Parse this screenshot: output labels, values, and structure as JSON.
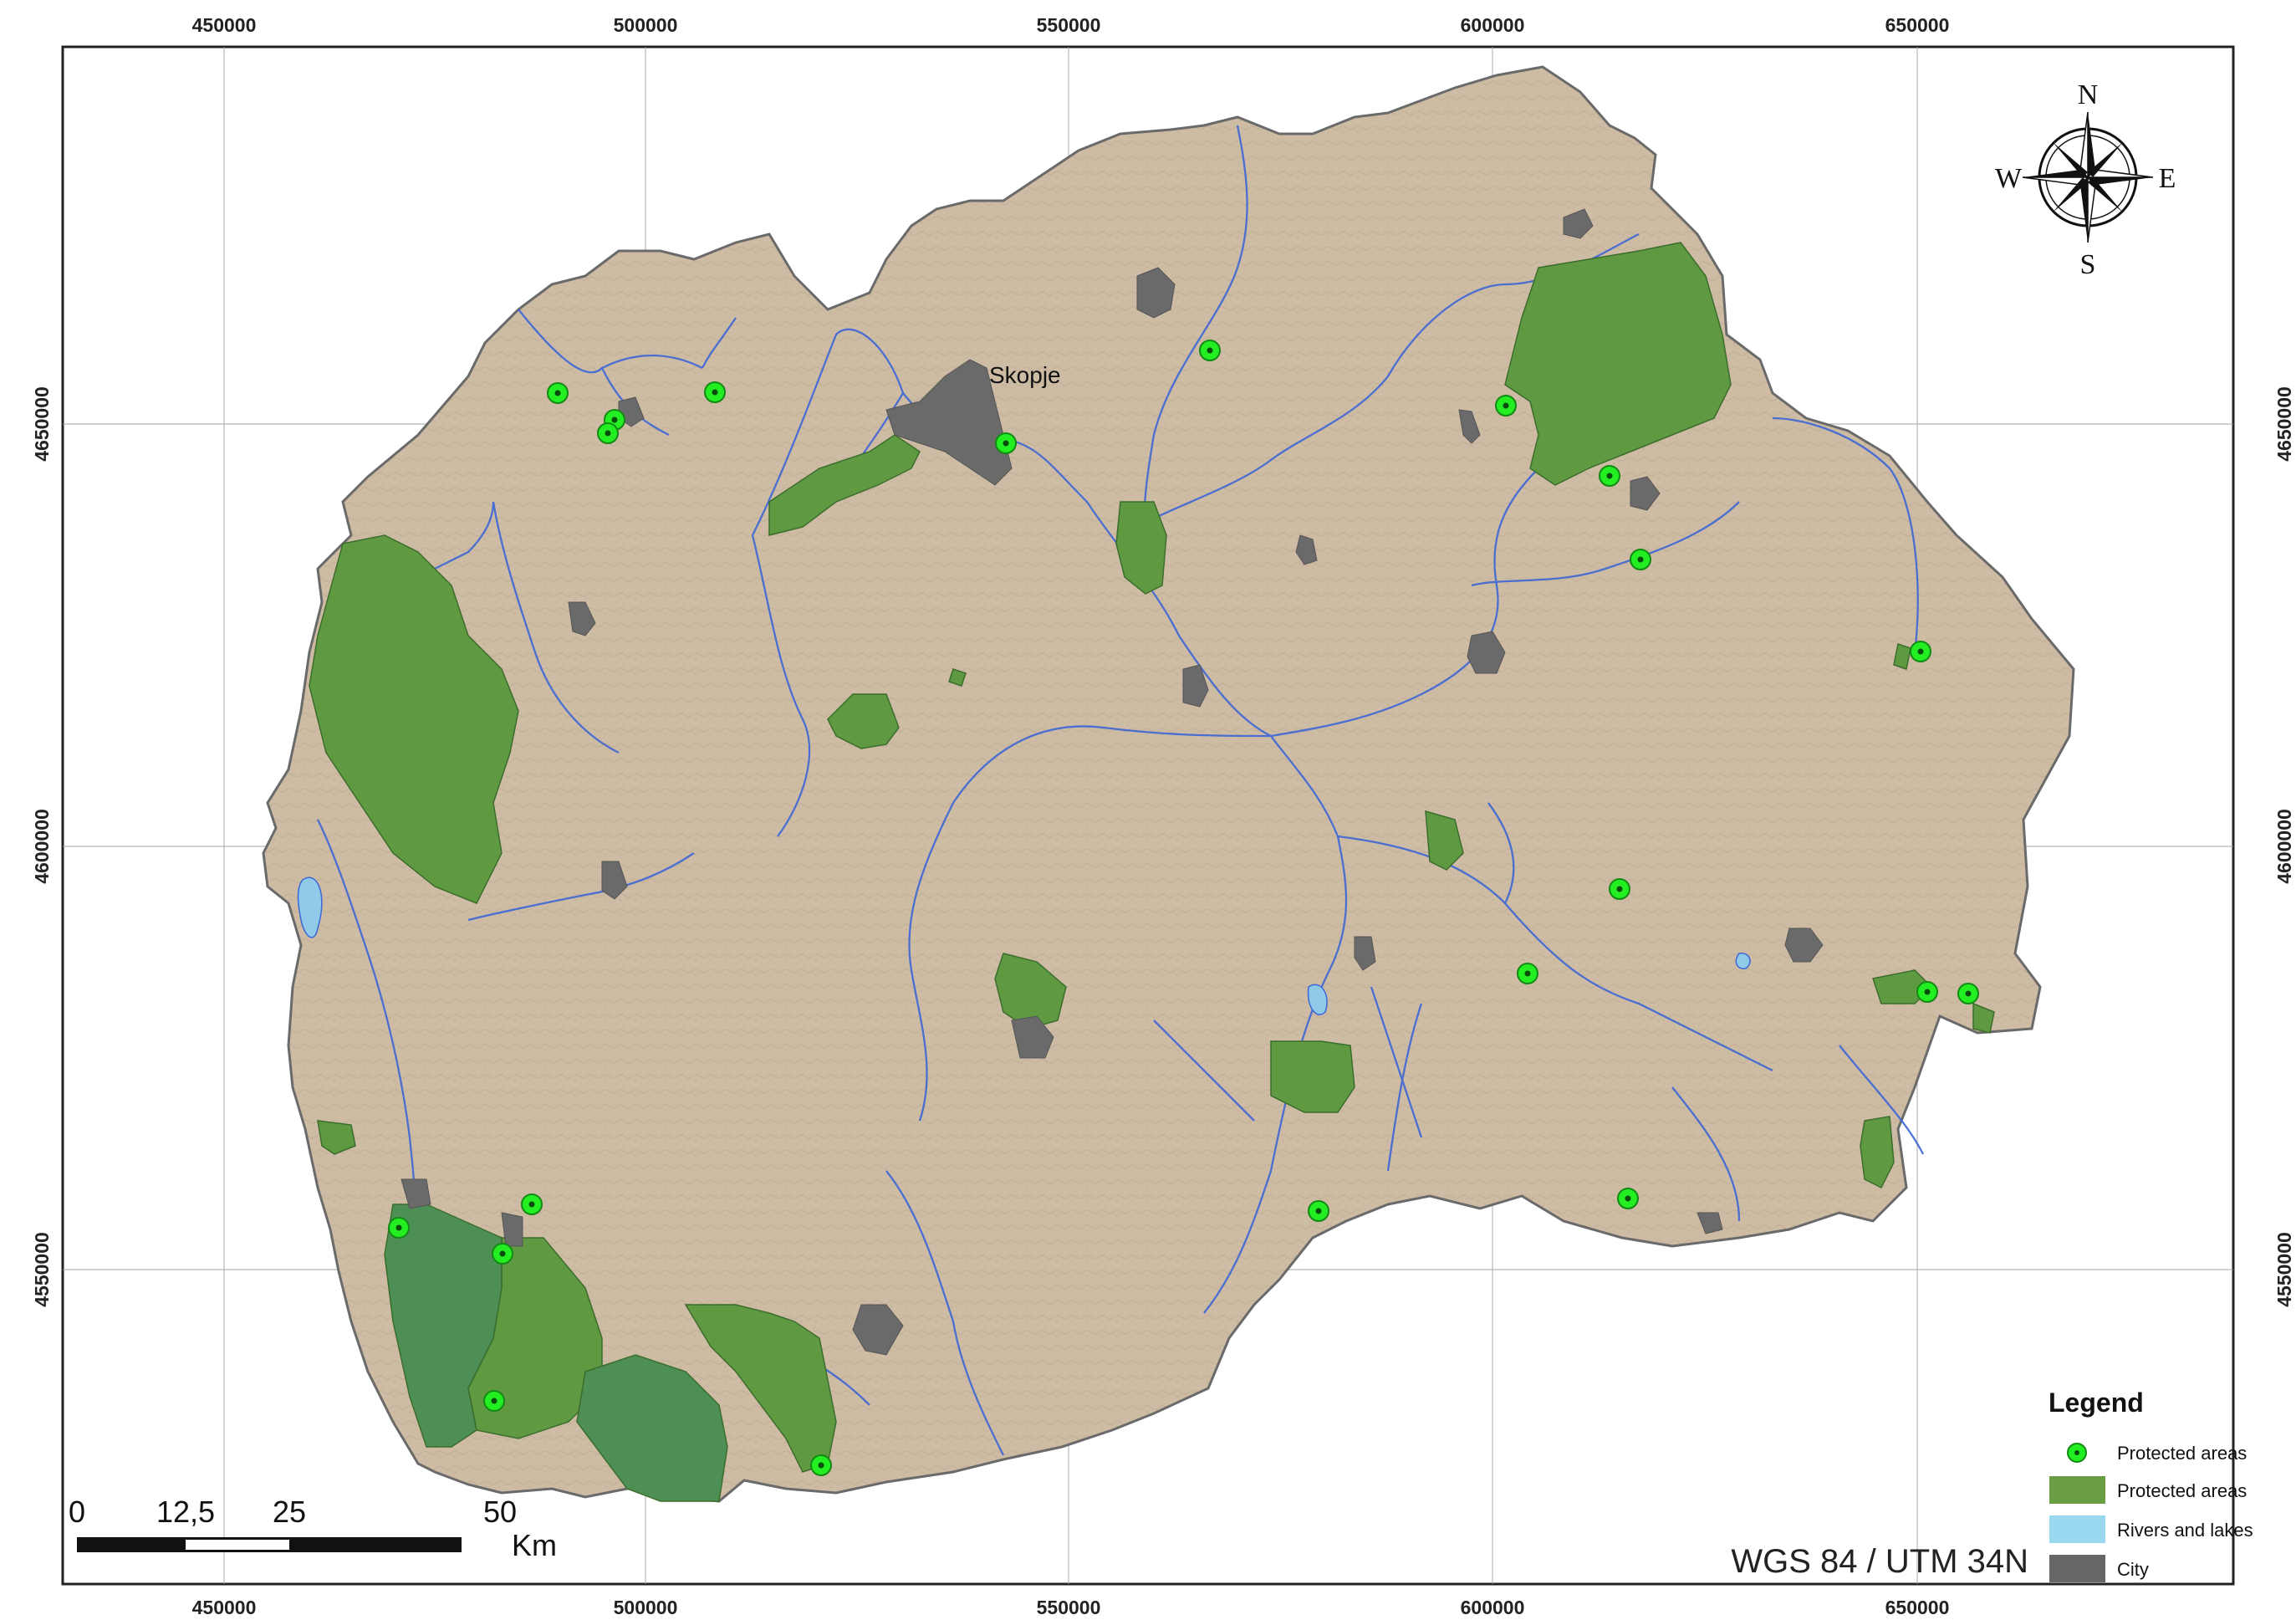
{
  "map": {
    "x_ticks": [
      "450000",
      "500000",
      "550000",
      "600000",
      "650000"
    ],
    "y_ticks": [
      "4650000",
      "4600000",
      "4550000"
    ],
    "city_label": "Skopje",
    "crs_label": "WGS 84 / UTM 34N",
    "compass": {
      "n": "N",
      "s": "S",
      "e": "E",
      "w": "W"
    },
    "scale_bar": {
      "labels": [
        "0",
        "12,5",
        "25",
        "50"
      ],
      "unit": "Km"
    },
    "legend": {
      "title": "Legend",
      "items": [
        {
          "label": "Protected areas",
          "kind": "point",
          "color": "#22ee22"
        },
        {
          "label": "Protected areas",
          "kind": "polygon",
          "color": "#6a9e45"
        },
        {
          "label": "Rivers and lakes",
          "kind": "polygon",
          "color": "#9ad8ef"
        },
        {
          "label": "City",
          "kind": "polygon",
          "color": "#666666"
        }
      ]
    },
    "colors": {
      "land": "#cdbba3",
      "protected": "#5f9a42",
      "protected_dark": "#4d8f55",
      "river": "#3d66d6",
      "lake": "#8fcbe8",
      "city": "#6a6a6a",
      "point": "#22ee22"
    }
  }
}
